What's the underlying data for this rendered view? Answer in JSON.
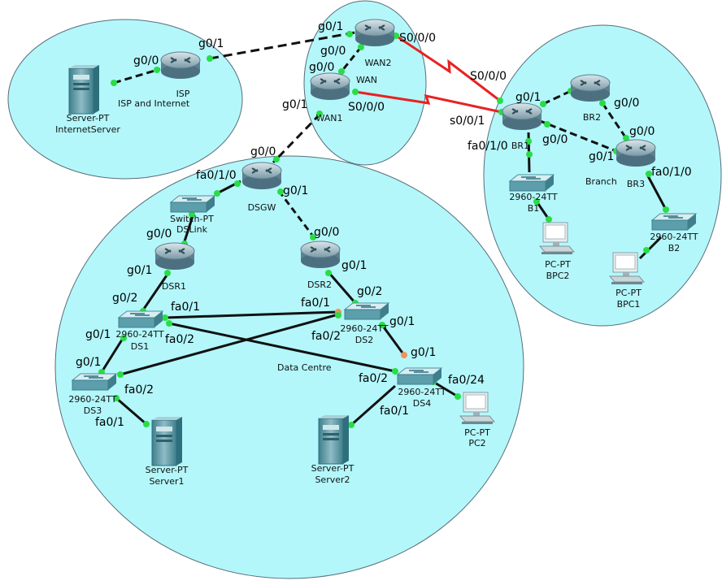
{
  "zones": {
    "isp": "ISP and Internet",
    "wan": "WAN",
    "datacentre": "Data Centre",
    "branch": "Branch"
  },
  "devices": {
    "internet_server": {
      "model": "Server-PT",
      "name": "InternetServer"
    },
    "isp": {
      "name": "ISP"
    },
    "wan2": {
      "name": "WAN2"
    },
    "wan1": {
      "name": "WAN1"
    },
    "dsgw": {
      "name": "DSGW"
    },
    "dslink": {
      "model": "Switch-PT",
      "name": "DSLink"
    },
    "dsr1": {
      "name": "DSR1"
    },
    "dsr2": {
      "name": "DSR2"
    },
    "ds1": {
      "model": "2960-24TT",
      "name": "DS1"
    },
    "ds2": {
      "model": "2960-24TT",
      "name": "DS2"
    },
    "ds3": {
      "model": "2960-24TT",
      "name": "DS3"
    },
    "ds4": {
      "model": "2960-24TT",
      "name": "DS4"
    },
    "server1": {
      "model": "Server-PT",
      "name": "Server1"
    },
    "server2": {
      "model": "Server-PT",
      "name": "Server2"
    },
    "pc2": {
      "model": "PC-PT",
      "name": "PC2"
    },
    "br1": {
      "name": "BR1"
    },
    "br2": {
      "name": "BR2"
    },
    "br3": {
      "name": "BR3"
    },
    "b1": {
      "model": "2960-24TT",
      "name": "B1"
    },
    "b2": {
      "model": "2960-24TT",
      "name": "B2"
    },
    "bpc1": {
      "model": "PC-PT",
      "name": "BPC1"
    },
    "bpc2": {
      "model": "PC-PT",
      "name": "BPC2"
    }
  },
  "ports": {
    "isp_g00": "g0/0",
    "isp_g01": "g0/1",
    "wan2_g01": "g0/1",
    "wan2_g00": "g0/0",
    "wan2_s000": "S0/0/0",
    "wan1_g00": "g0/0",
    "wan1_g01": "g0/1",
    "wan1_s000": "S0/0/0",
    "br1_s000": "S0/0/0",
    "br1_s001": "s0/0/1",
    "br1_g01": "g0/1",
    "br1_fa010": "fa0/1/0",
    "br1_g00": "g0/0",
    "br2_g00": "g0/0",
    "br3_g00": "g0/0",
    "br3_g01": "g0/1",
    "br3_fa010": "fa0/1/0",
    "dsgw_g00": "g0/0",
    "dsgw_fa010": "fa0/1/0",
    "dsgw_g01": "g0/1",
    "dsr1_g00": "g0/0",
    "dsr1_g01": "g0/1",
    "dsr2_g00": "g0/0",
    "dsr2_g01": "g0/1",
    "ds1_g02": "g0/2",
    "ds1_fa01": "fa0/1",
    "ds1_fa02": "fa0/2",
    "ds1_g01": "g0/1",
    "ds3_g01": "g0/1",
    "ds3_fa02": "fa0/2",
    "ds3_fa01": "fa0/1",
    "ds2_g02": "g0/2",
    "ds2_fa01": "fa0/1",
    "ds2_fa02": "fa0/2",
    "ds2_g01": "g0/1",
    "ds4_g01": "g0/1",
    "ds4_fa02": "fa0/2",
    "ds4_fa024": "fa0/24",
    "ds4_fa01": "fa0/1"
  },
  "colors": {
    "zone_fill": "#b3f7fb",
    "zone_stroke": "#596d78",
    "link_ok": "#27de44",
    "link_wait": "#f0935a",
    "serial": "#e82222",
    "cable": "#111111"
  },
  "icons": {
    "router": "router-icon",
    "switch": "switch-icon",
    "server": "server-icon",
    "pc": "pc-icon"
  }
}
